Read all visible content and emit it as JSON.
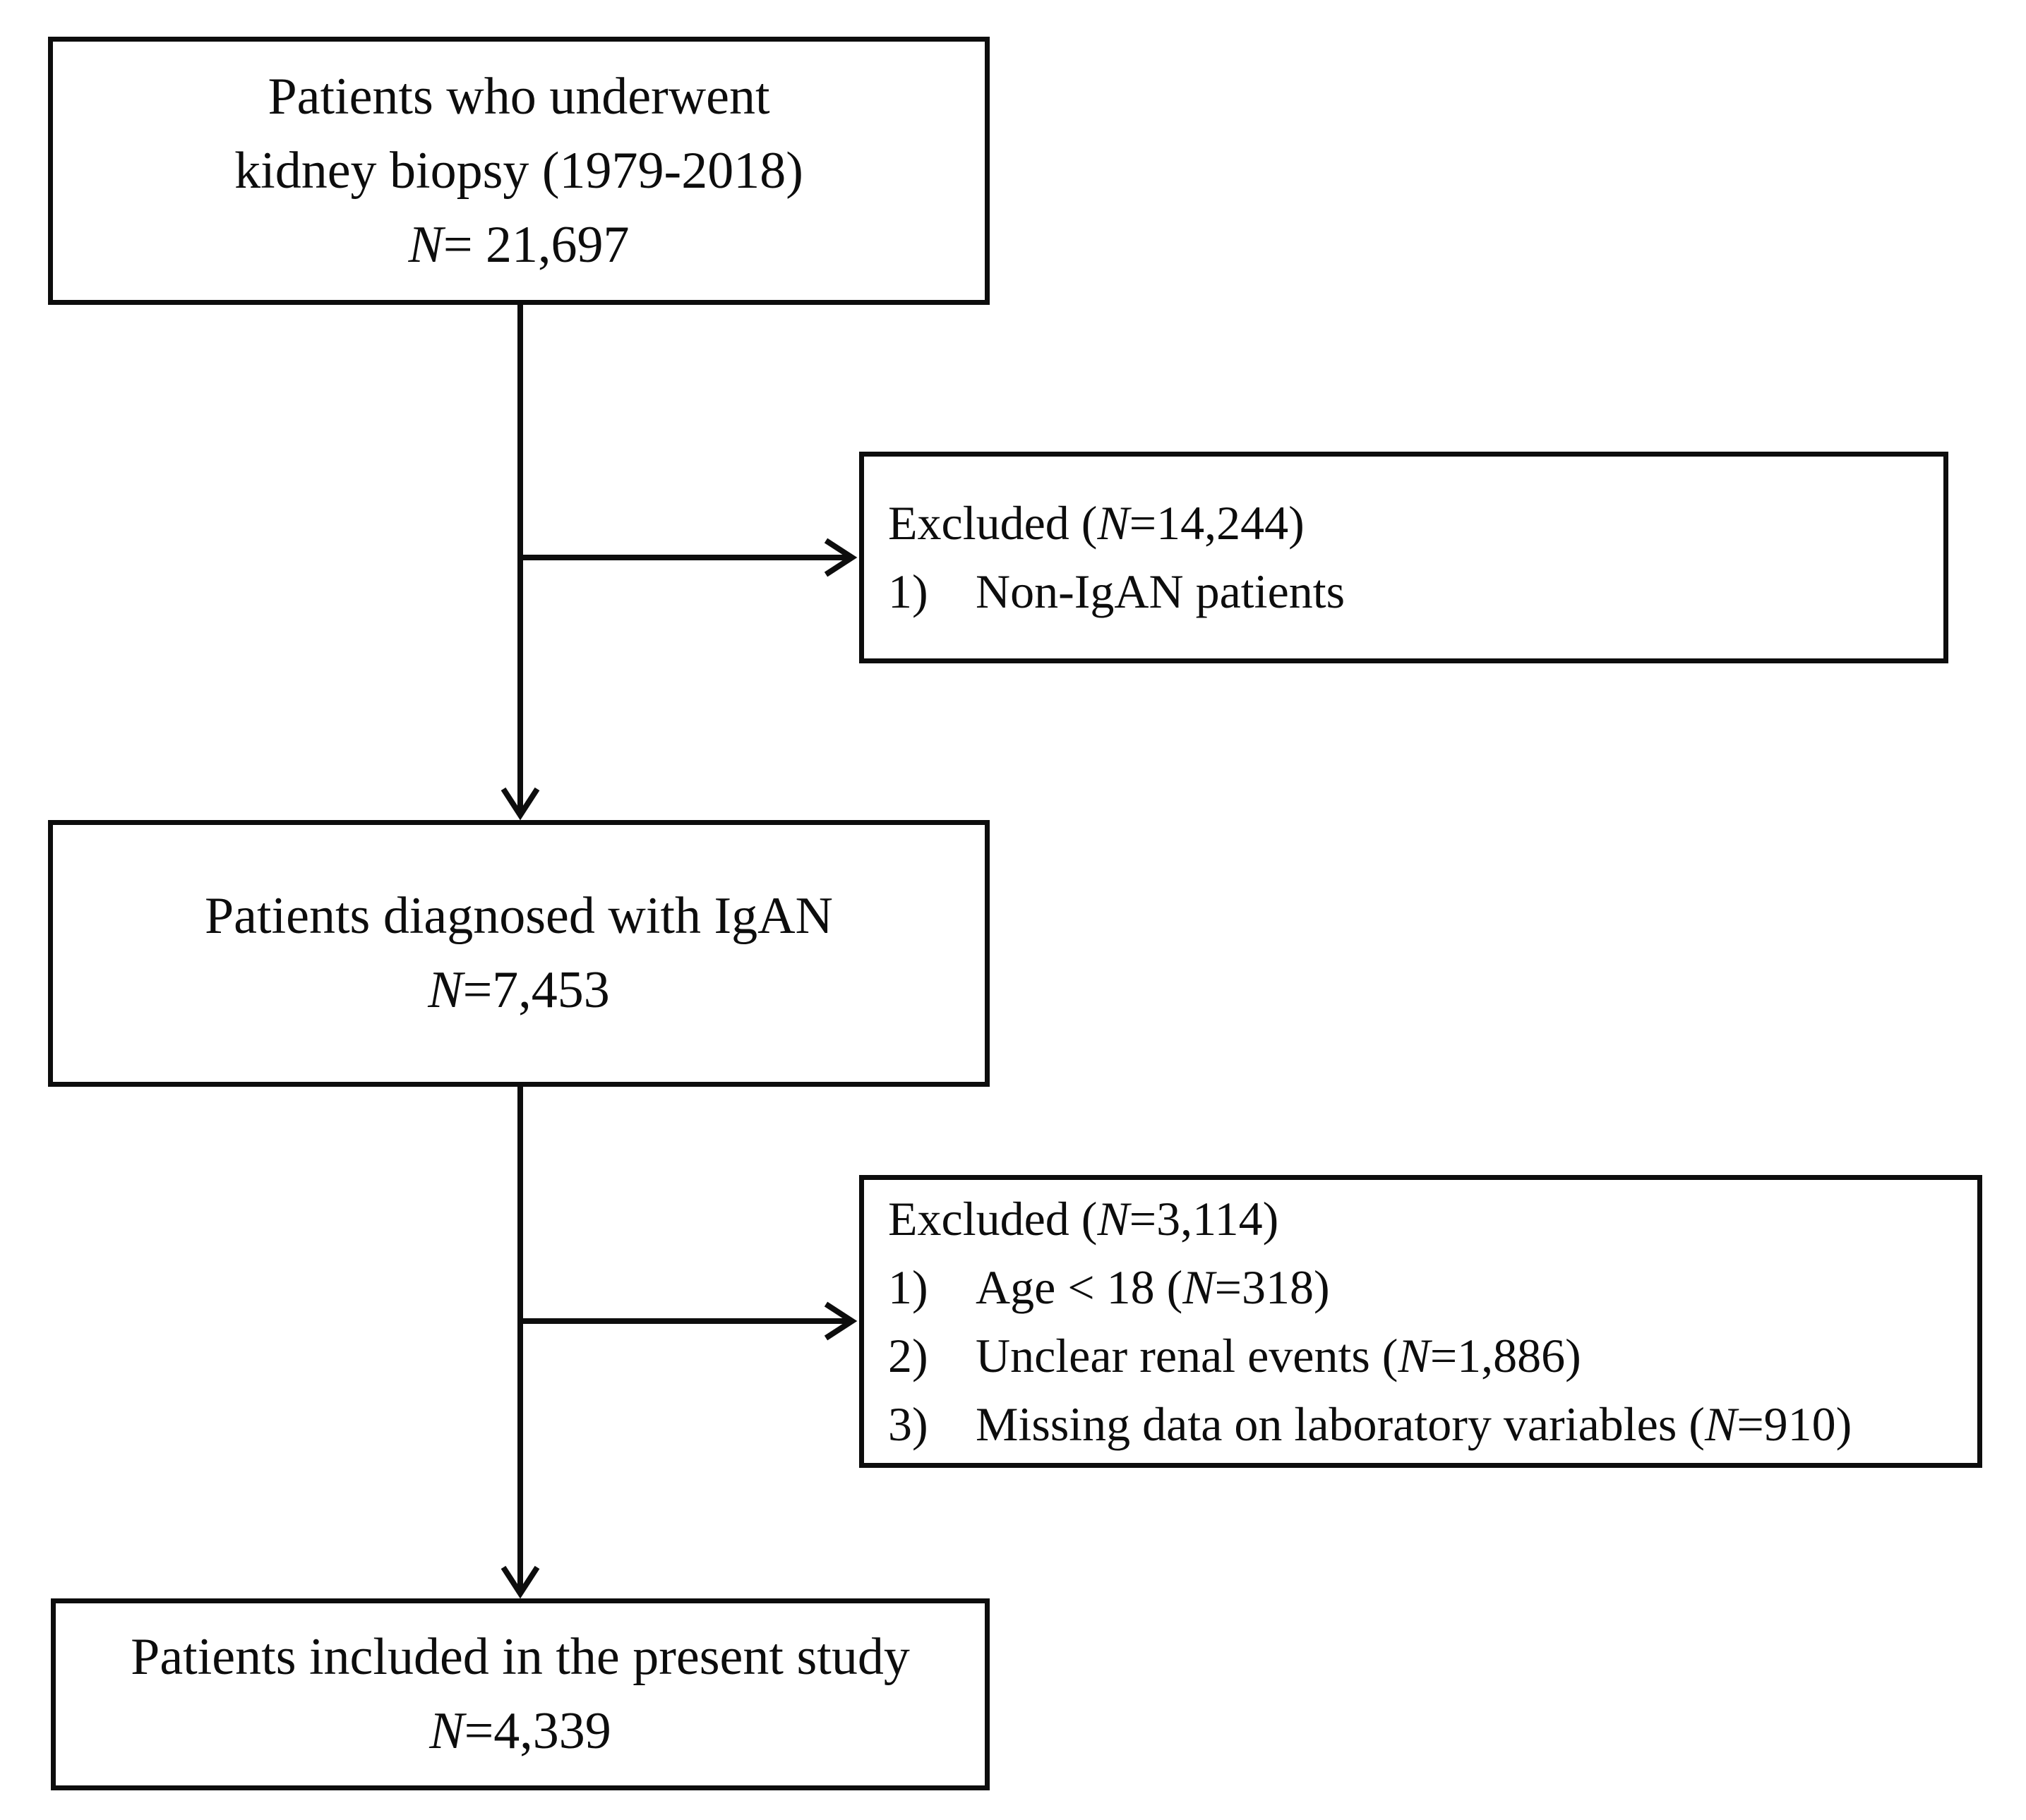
{
  "colors": {
    "ink": "#0d0d0d",
    "background": "#ffffff"
  },
  "boxes": {
    "top": {
      "lines": [
        "Patients who underwent",
        "kidney biopsy (1979-2018)"
      ],
      "n_line": {
        "pre": "",
        "it": "N",
        "post": "= 21,697"
      }
    },
    "excluded1": {
      "title": {
        "pre": "Excluded (",
        "it": "N",
        "post": "=14,244)"
      },
      "items": [
        {
          "marker": "1)",
          "pre": "Non-IgAN patients",
          "it": "",
          "post": ""
        }
      ]
    },
    "middle": {
      "lines": [
        "Patients diagnosed with IgAN"
      ],
      "n_line": {
        "pre": "",
        "it": "N",
        "post": "=7,453"
      }
    },
    "excluded2": {
      "title": {
        "pre": "Excluded (",
        "it": "N",
        "post": "=3,114)"
      },
      "items": [
        {
          "marker": "1)",
          "pre": "Age < 18 (",
          "it": "N",
          "post": "=318)"
        },
        {
          "marker": "2)",
          "pre": "Unclear renal events (",
          "it": "N",
          "post": "=1,886)"
        },
        {
          "marker": "3)",
          "pre": "Missing data on laboratory variables (",
          "it": "N",
          "post": "=910)"
        }
      ]
    },
    "bottom": {
      "lines": [
        "Patients included in the present study"
      ],
      "n_line": {
        "pre": "",
        "it": "N",
        "post": "=4,339"
      }
    }
  }
}
